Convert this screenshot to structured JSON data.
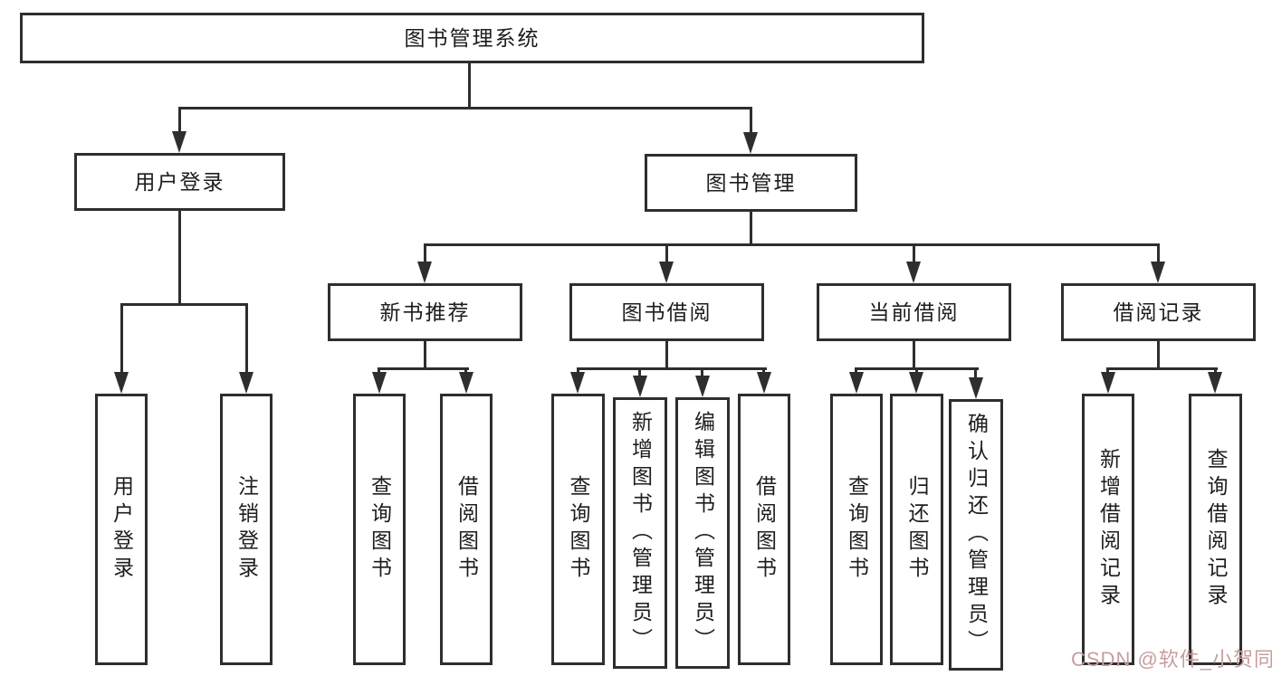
{
  "tree": {
    "label": "图书管理系统",
    "children": [
      {
        "label": "用户登录",
        "children": [
          {
            "label": "用户登录"
          },
          {
            "label": "注销登录"
          }
        ]
      },
      {
        "label": "图书管理",
        "children": [
          {
            "label": "新书推荐",
            "children": [
              {
                "label": "查询图书"
              },
              {
                "label": "借阅图书"
              }
            ]
          },
          {
            "label": "图书借阅",
            "children": [
              {
                "label": "查询图书"
              },
              {
                "label": "新增图书（管理员）"
              },
              {
                "label": "编辑图书（管理员）"
              },
              {
                "label": "借阅图书"
              }
            ]
          },
          {
            "label": "当前借阅",
            "children": [
              {
                "label": "查询图书"
              },
              {
                "label": "归还图书"
              },
              {
                "label": "确认归还（管理员）"
              }
            ]
          },
          {
            "label": "借阅记录",
            "children": [
              {
                "label": "新增借阅记录"
              },
              {
                "label": "查询借阅记录"
              }
            ]
          }
        ]
      }
    ]
  },
  "watermark": {
    "text": "CSDN @软件_小贺同学"
  },
  "colors": {
    "line": "#2e2e2e",
    "box_border": "#2e2e2e",
    "box_background": "#ffffff",
    "text": "#1d1d1d",
    "watermark": "#c79e9e",
    "page_background": "#ffffff"
  }
}
